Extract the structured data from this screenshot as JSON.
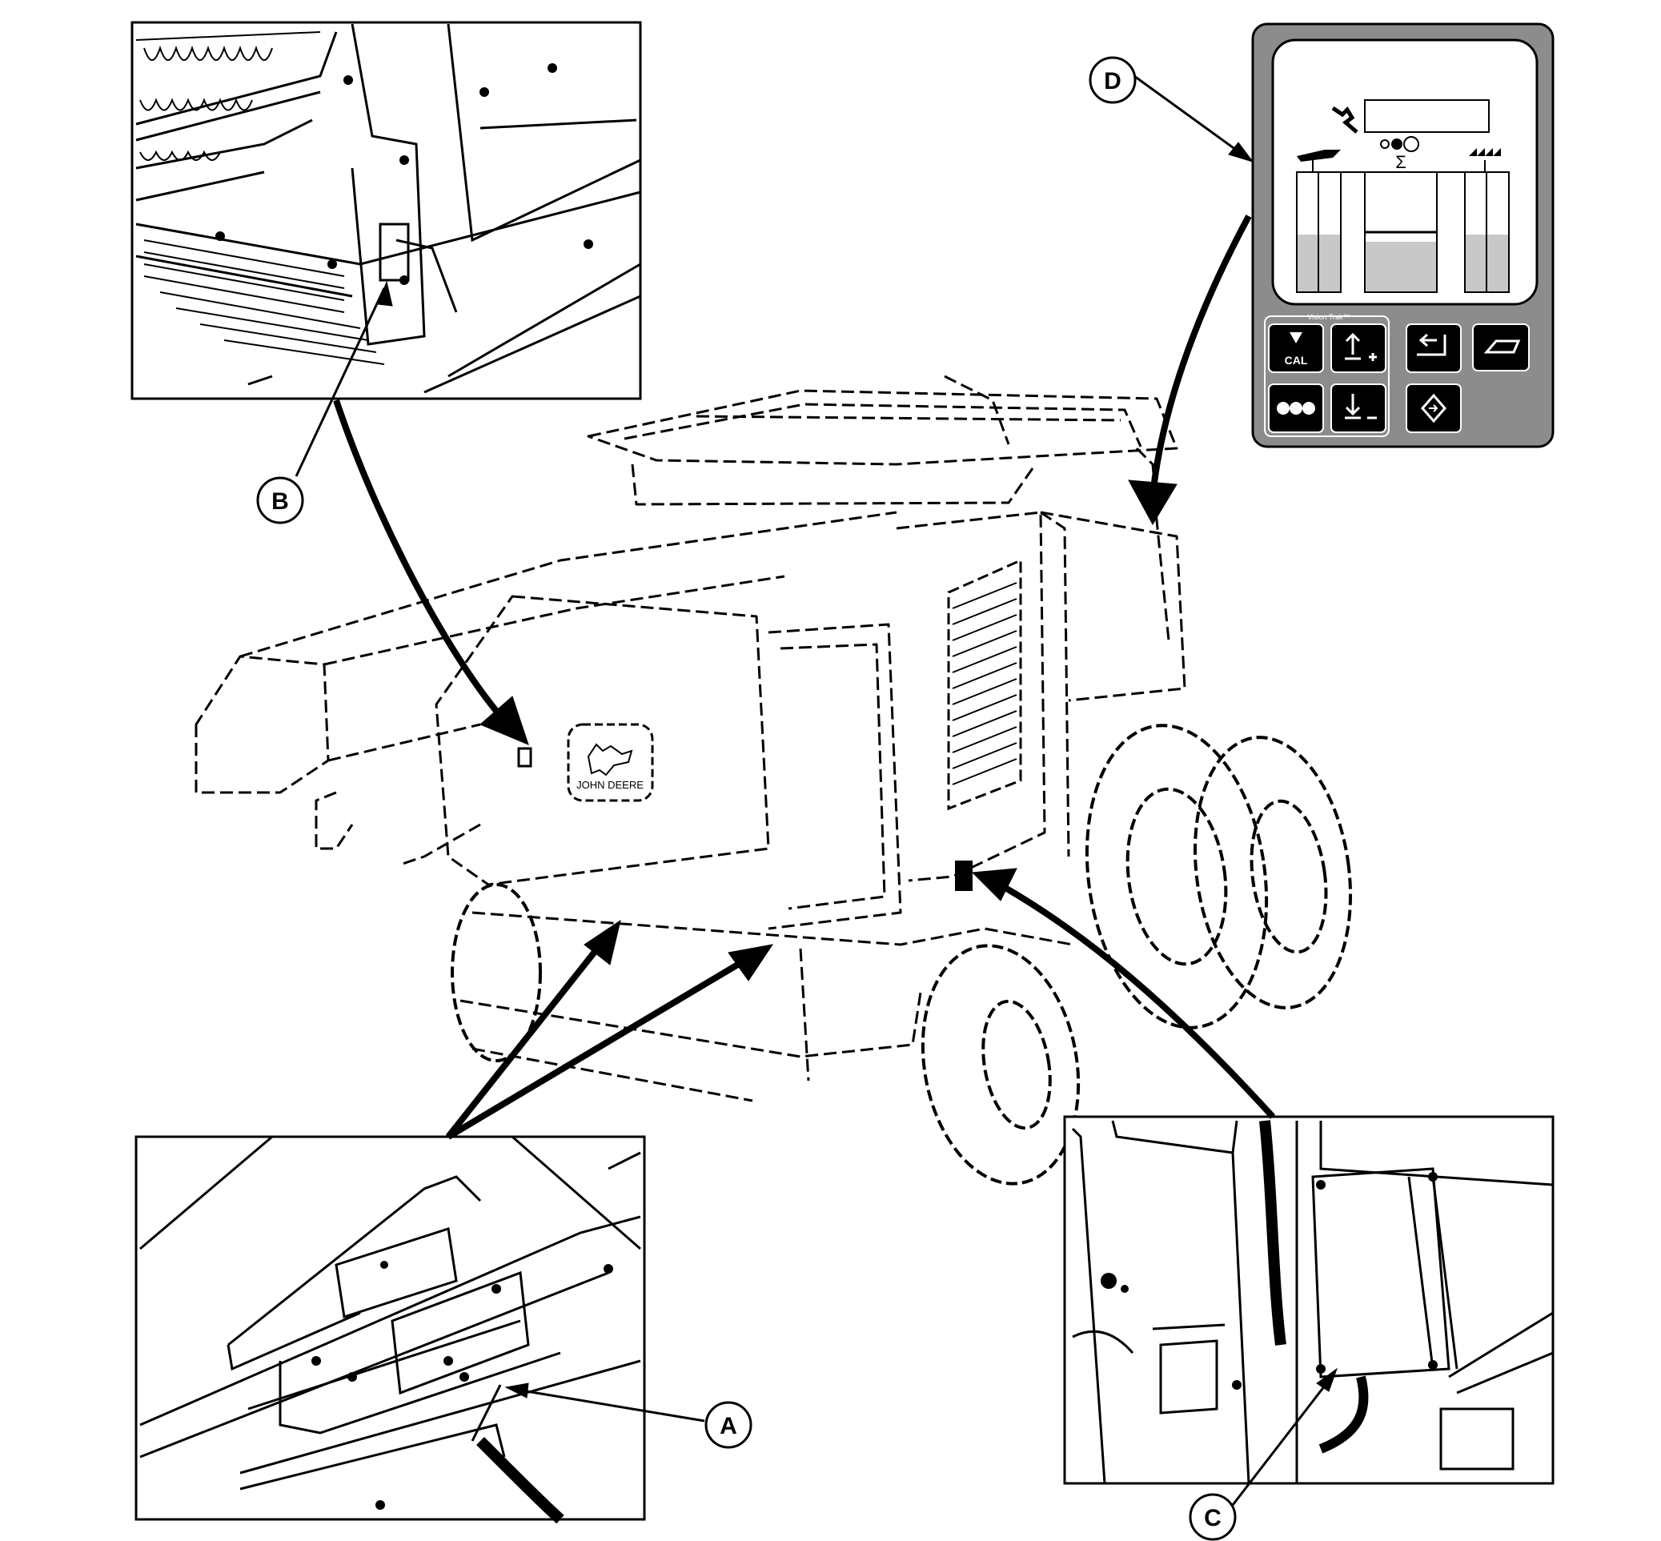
{
  "callouts": {
    "a": "A",
    "b": "B",
    "c": "C",
    "d": "D"
  },
  "machine_badge": {
    "brand": "JOHN DEERE"
  },
  "display_panel": {
    "keypad_title": "Vision Trak™",
    "sum_symbol": "Σ",
    "keys": [
      {
        "label": "CAL",
        "name": "cal-key",
        "icon": "down-triangle-icon"
      },
      {
        "label": "",
        "name": "increase-key",
        "icon": "arrow-up-plus-icon"
      },
      {
        "label": "",
        "name": "return-key",
        "icon": "return-arrow-icon"
      },
      {
        "label": "",
        "name": "hand-key",
        "icon": "hand-icon"
      },
      {
        "label": "",
        "name": "dots-key",
        "icon": "three-dots-icon"
      },
      {
        "label": "",
        "name": "decrease-key",
        "icon": "arrow-down-minus-icon"
      },
      {
        "label": "",
        "name": "diamond-key",
        "icon": "diamond-icon"
      }
    ],
    "gauge_levels": {
      "left": 0.48,
      "center": 0.42,
      "right": 0.48
    }
  }
}
